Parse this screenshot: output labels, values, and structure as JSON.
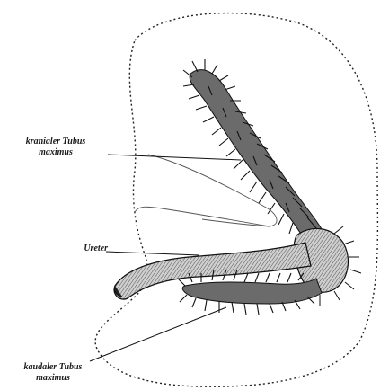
{
  "labels": {
    "kranialer": {
      "line1": "kranialer Tubus",
      "line2": "maximus"
    },
    "ureter": "Ureter",
    "kaudaler": {
      "line1": "kaudaler Tubus",
      "line2": "maximus"
    }
  },
  "colors": {
    "ink": "#1a1a1a",
    "background": "#ffffff"
  }
}
